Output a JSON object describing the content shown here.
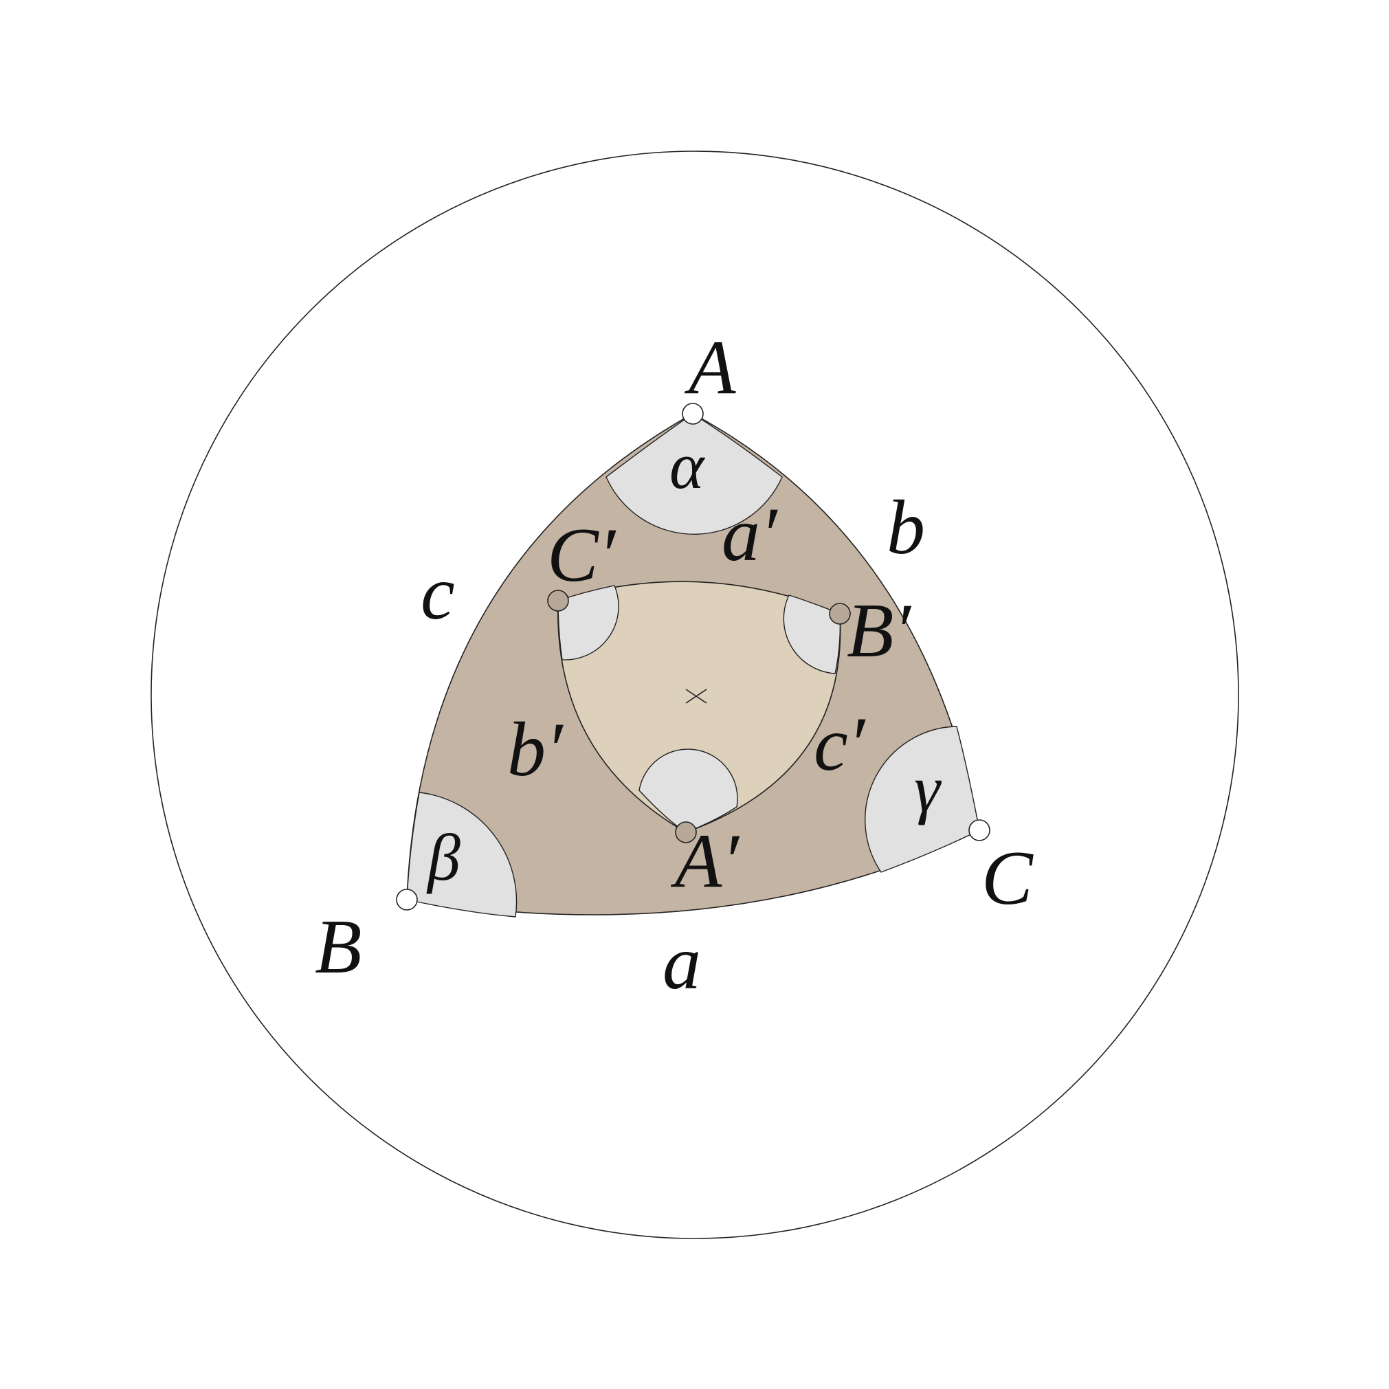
{
  "colors": {
    "background": "#ffffff",
    "stroke": "#222222",
    "outer_triangle_fill": "#c4b4a4",
    "inner_triangle_fill": "#ddd1bc",
    "angle_sector_fill": "#e1e1e1",
    "outer_vertex_fill": "#ffffff",
    "inner_vertex_fill": "#b8a898"
  },
  "labels": {
    "vertex_A": "A",
    "vertex_B": "B",
    "vertex_C": "C",
    "side_a": "a",
    "side_b": "b",
    "side_c": "c",
    "angle_alpha": "α",
    "angle_beta": "β",
    "angle_gamma": "γ",
    "polar_vertex_A": "A′",
    "polar_vertex_B": "B′",
    "polar_vertex_C": "C′",
    "polar_side_a": "a′",
    "polar_side_b": "b′",
    "polar_side_c": "c′"
  },
  "center_marker": "×"
}
